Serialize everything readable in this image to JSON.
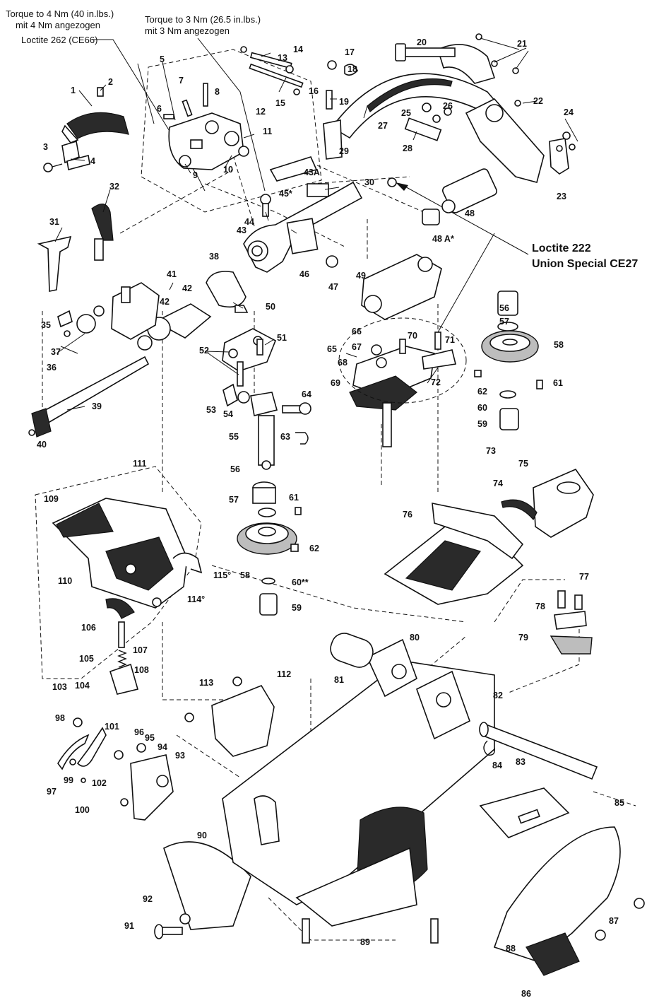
{
  "notes": {
    "torque4_line1": "Torque to 4 Nm (40 in.lbs.)",
    "torque4_line2": "mit 4 Nm angezogen",
    "loctite262": "Loctite 262 (CE66)",
    "torque3_line1": "Torque to 3 Nm (26.5 in.lbs.)",
    "torque3_line2": "mit 3 Nm angezogen",
    "loctite222_line1": "Loctite 222",
    "loctite222_line2": "Union Special CE27"
  },
  "callouts": [
    "1",
    "2",
    "3",
    "4",
    "5",
    "6",
    "7",
    "8",
    "9",
    "10",
    "11",
    "12",
    "13",
    "14",
    "15",
    "16",
    "17",
    "18",
    "19",
    "20",
    "21",
    "22",
    "23",
    "24",
    "25",
    "26",
    "27",
    "28",
    "29",
    "30",
    "31",
    "32",
    "35",
    "36",
    "37",
    "38",
    "39",
    "40",
    "41",
    "42",
    "42",
    "43",
    "43A",
    "44",
    "45*",
    "46",
    "47",
    "48",
    "48 A*",
    "49",
    "50",
    "51",
    "52",
    "53",
    "54",
    "55",
    "56",
    "57",
    "58",
    "59",
    "60",
    "61",
    "62",
    "63",
    "64",
    "65",
    "66",
    "67",
    "68",
    "69",
    "70",
    "71",
    "72",
    "56",
    "57",
    "58",
    "59",
    "60**",
    "61",
    "62",
    "73",
    "74",
    "75",
    "76",
    "77",
    "78",
    "79",
    "80",
    "81",
    "82",
    "83",
    "84",
    "85",
    "86",
    "87",
    "88",
    "89",
    "90",
    "91",
    "92",
    "93",
    "94",
    "95",
    "96",
    "97",
    "98",
    "99",
    "100",
    "101",
    "102",
    "103",
    "104",
    "105",
    "106",
    "107",
    "108",
    "109",
    "110",
    "111",
    "112",
    "113",
    "114°",
    "115°"
  ]
}
